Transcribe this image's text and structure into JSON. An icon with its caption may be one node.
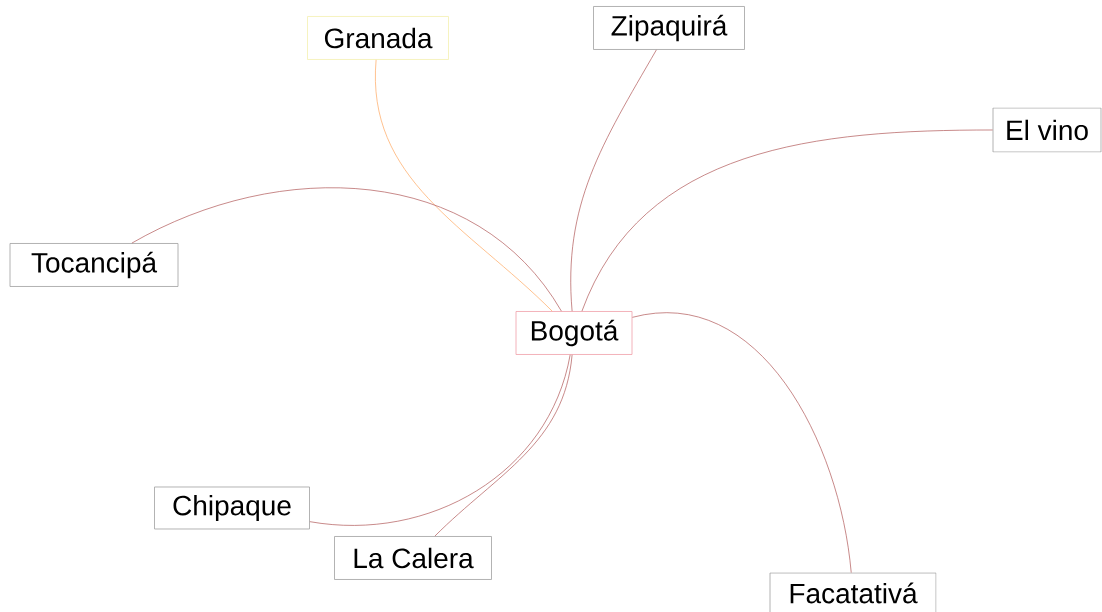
{
  "diagram": {
    "nodes": [
      {
        "text": [
          "Zipaquirá"
        ]
      },
      {
        "text": [
          "Granada"
        ]
      },
      {
        "text": [
          "El vino"
        ]
      },
      {
        "text": [
          "Tocancipá"
        ]
      },
      {
        "text": [
          "Bogotá"
        ]
      },
      {
        "text": [
          "Chipaque"
        ]
      },
      {
        "text": [
          "La Calera"
        ]
      },
      {
        "text": [
          "Facatativá"
        ]
      }
    ],
    "edges": [
      {
        "from": 4,
        "to": 0,
        "arrow": "none"
      },
      {
        "from": 4,
        "to": 1,
        "arrow": "none",
        "color": "#ffa860"
      },
      {
        "from": 4,
        "to": 2,
        "arrow": "none"
      },
      {
        "from": 4,
        "to": 3,
        "arrow": "none"
      },
      {
        "from": 4,
        "to": 5,
        "arrow": "none"
      },
      {
        "from": 4,
        "to": 6,
        "arrow": "none"
      },
      {
        "from": 4,
        "to": 7,
        "arrow": "none"
      }
    ]
  }
}
